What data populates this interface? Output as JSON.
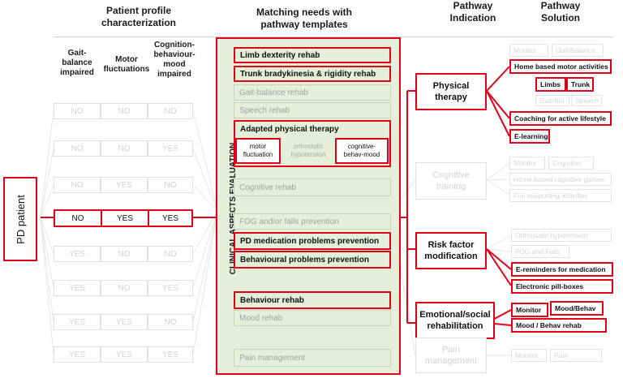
{
  "headers": {
    "profile": "Patient profile\ncharacterization",
    "matching": "Matching needs with\npathway templates",
    "indication": "Pathway\nIndication",
    "solution": "Pathway\nSolution"
  },
  "columns": {
    "gait": "Gait-\nbalance\nimpaired",
    "motor": "Motor\nfluctuations",
    "cognition": "Cognition-\nbehaviour-\nmood\nimpaired"
  },
  "patient": "PD patient",
  "profile_rows": [
    [
      "NO",
      "NO",
      "NO"
    ],
    [
      "NO",
      "NO",
      "YES"
    ],
    [
      "NO",
      "YES",
      "NO"
    ],
    [
      "NO",
      "YES",
      "YES"
    ],
    [
      "YES",
      "NO",
      "NO"
    ],
    [
      "YES",
      "NO",
      "YES"
    ],
    [
      "YES",
      "YES",
      "NO"
    ],
    [
      "YES",
      "YES",
      "YES"
    ]
  ],
  "vertical_label": "CLINICAL ASPECTS EVALUATION",
  "templates": {
    "limb": "Limb dexterity rehab",
    "trunk": "Trunk bradykinesia & rigidity rehab",
    "gait": "Gait-balance rehab",
    "speech": "Speech rehab",
    "adapted": "Adapted physical therapy",
    "motor_fluct": "motor\nfluctuation",
    "ortho": "orthostatic\nhypotension",
    "cog_behav": "cognitive-\nbehav-mood",
    "cognitive": "Cognitive rehab",
    "fog": "FOG and/or falls prevention",
    "medication": "PD medication problems prevention",
    "behavioural": "Behavioural problems prevention",
    "behaviour": "Behaviour rehab",
    "mood": "Mood rehab",
    "pain": "Pain management"
  },
  "indications": {
    "physical": "Physical\ntherapy",
    "cognitive": "Cognitive\ntraining",
    "risk": "Risk factor\nmodification",
    "emotional": "Emotional/social\nrehabilitation",
    "pain": "Pain\nmanagement"
  },
  "solutions": {
    "monitor1": "Monitor",
    "gait_bal": "Gait/Balance",
    "home_motor": "Home based motor activities",
    "limbs": "Limbs",
    "trunk": "Trunk",
    "gait_bal2": "Gait/Bal",
    "speech": "Speech",
    "coaching": "Coaching for active lifestyle",
    "elearning": "E-learning",
    "monitor2": "Monitor",
    "cognition": "Cognition",
    "home_cog": "Home based cognitive games",
    "fun": "Fun supporting activities",
    "ortho": "Orthostatic hypotension",
    "fog": "FOG and Falls",
    "ereminders": "E-reminders for medication",
    "pillbox": "Electronic pill-boxes",
    "monitor3": "Monitor",
    "mood_behav": "Mood/Behav",
    "mood_rehab": "Mood / Behav rehab",
    "monitor4": "Monitor",
    "pain": "Pain"
  },
  "colors": {
    "highlight": "#e0001a",
    "template_bg": "#e4eed9",
    "faint": "#d2d2d2"
  }
}
